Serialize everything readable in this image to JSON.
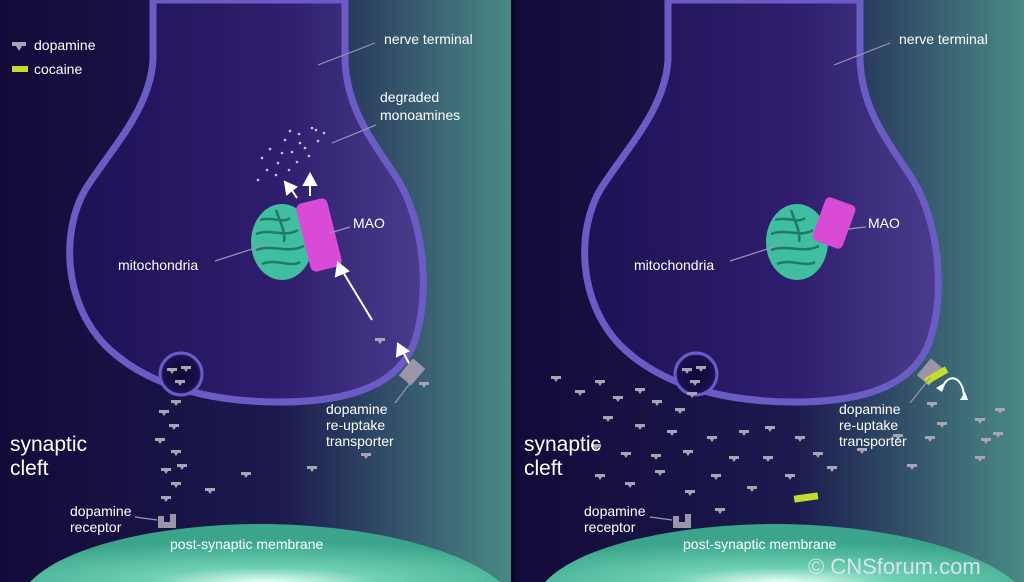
{
  "legend": {
    "dopamine": "dopamine",
    "cocaine": "cocaine"
  },
  "left_panel": {
    "nerve_terminal": "nerve terminal",
    "degraded_line1": "degraded",
    "degraded_line2": "monoamines",
    "mao": "MAO",
    "mitochondria": "mitochondria",
    "transporter_line1": "dopamine",
    "transporter_line2": "re-uptake",
    "transporter_line3": "transporter",
    "cleft_line1": "synaptic",
    "cleft_line2": "cleft",
    "receptor_line1": "dopamine",
    "receptor_line2": "receptor",
    "membrane": "post-synaptic membrane"
  },
  "right_panel": {
    "nerve_terminal": "nerve terminal",
    "mao": "MAO",
    "mitochondria": "mitochondria",
    "transporter_line1": "dopamine",
    "transporter_line2": "re-uptake",
    "transporter_line3": "transporter",
    "cleft_line1": "synaptic",
    "cleft_line2": "cleft",
    "receptor_line1": "dopamine",
    "receptor_line2": "receptor",
    "membrane": "post-synaptic membrane"
  },
  "copyright": "© CNSforum.com",
  "colors": {
    "background_dark": "#140a3a",
    "background_teal": "#4a8a86",
    "neuron_fill": "#2c1a66",
    "neuron_outline": "#6a5cc4",
    "mitochondria": "#3fbf9f",
    "mao": "#d94ad6",
    "dopamine": "#a8a4b4",
    "cocaine": "#c6dc2a",
    "membrane": "#49b59c"
  }
}
